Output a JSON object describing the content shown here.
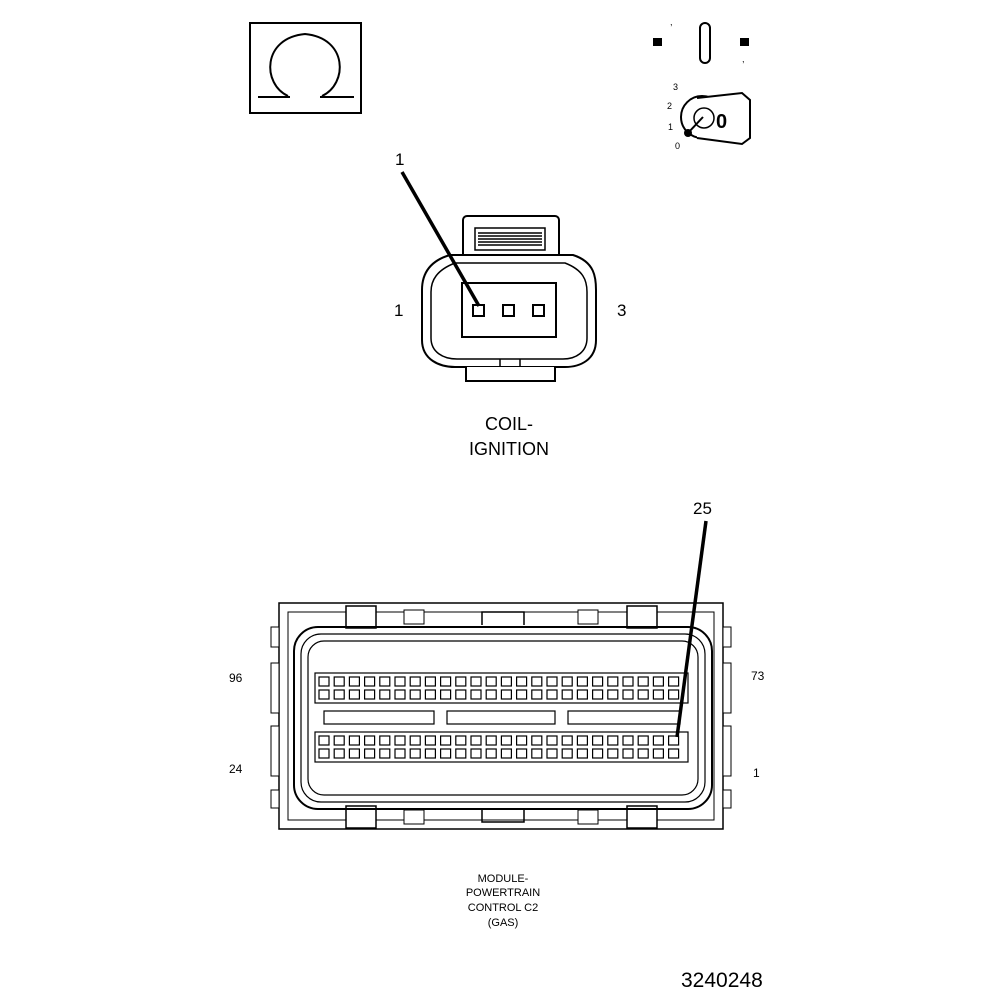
{
  "symbols": {
    "ohm_icon": "ohm-icon",
    "ignition_icon": "ignition-key-icon",
    "key_positions": [
      "3",
      "2",
      "1",
      "0"
    ],
    "key_label": "0"
  },
  "coil_connector": {
    "callout_pin": "1",
    "left_pin": "1",
    "right_pin": "3",
    "title_line1": "COIL-",
    "title_line2": "IGNITION"
  },
  "pcm_connector": {
    "callout_pin": "25",
    "top_left_pin": "96",
    "top_right_pin": "73",
    "bottom_left_pin": "24",
    "bottom_right_pin": "1",
    "title_line1": "MODULE-",
    "title_line2": "POWERTRAIN",
    "title_line3": "CONTROL C2",
    "title_line4": "(GAS)"
  },
  "document_id": "3240248"
}
